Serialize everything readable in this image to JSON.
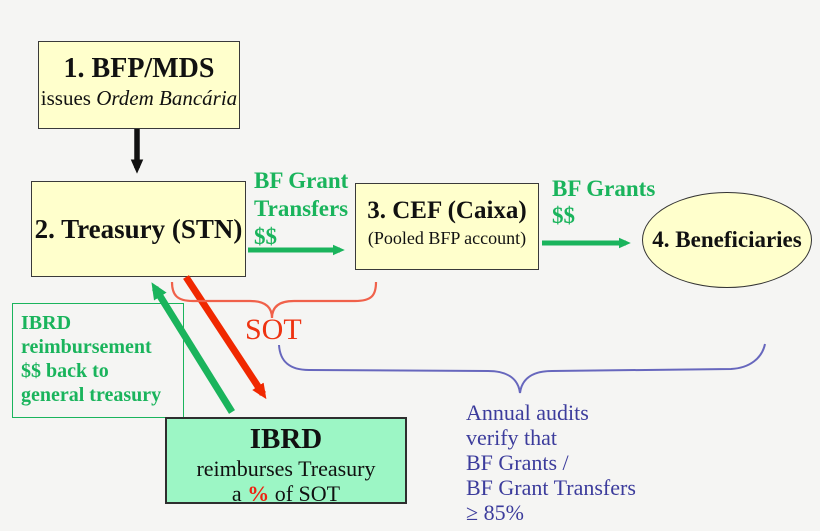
{
  "colors": {
    "background": "#f5f5f3",
    "node_fill_yellow": "#ffffcc",
    "node_fill_mint": "#9cf6c5",
    "green_accent": "#1ab45c",
    "red_arrow": "#f02800",
    "red_text": "#ee3311",
    "red_brace": "#f0614a",
    "blue_text": "#3c3c9c",
    "blue_brace": "#6767bd",
    "black_arrow": "#111111"
  },
  "nodes": {
    "bfp": {
      "title": "1. BFP/MDS",
      "subtitle_prefix": "issues ",
      "subtitle_italic": "Ordem Bancária"
    },
    "treasury": {
      "title": "2. Treasury (STN)"
    },
    "cef": {
      "title": "3. CEF (Caixa)",
      "subtitle": "(Pooled BFP account)"
    },
    "beneficiaries": {
      "title": "4. Beneficiaries"
    },
    "ibrd": {
      "title": "IBRD",
      "line2": "reimburses Treasury",
      "line3_prefix": "a ",
      "line3_pct": "%",
      "line3_suffix": " of SOT"
    },
    "ibrd_note": {
      "lines": [
        "IBRD",
        "reimbursement",
        "$$ back to",
        "general treasury"
      ]
    }
  },
  "labels": {
    "grant_transfers": {
      "line1": "BF Grant",
      "line2": "Transfers",
      "line3": "$$"
    },
    "bf_grants": {
      "line1": "BF Grants",
      "line2": "$$"
    },
    "sot": "SOT",
    "audit_note": {
      "lines": [
        "Annual audits",
        "verify that",
        "BF Grants /",
        "BF Grant Transfers",
        "≥ 85%"
      ]
    }
  }
}
